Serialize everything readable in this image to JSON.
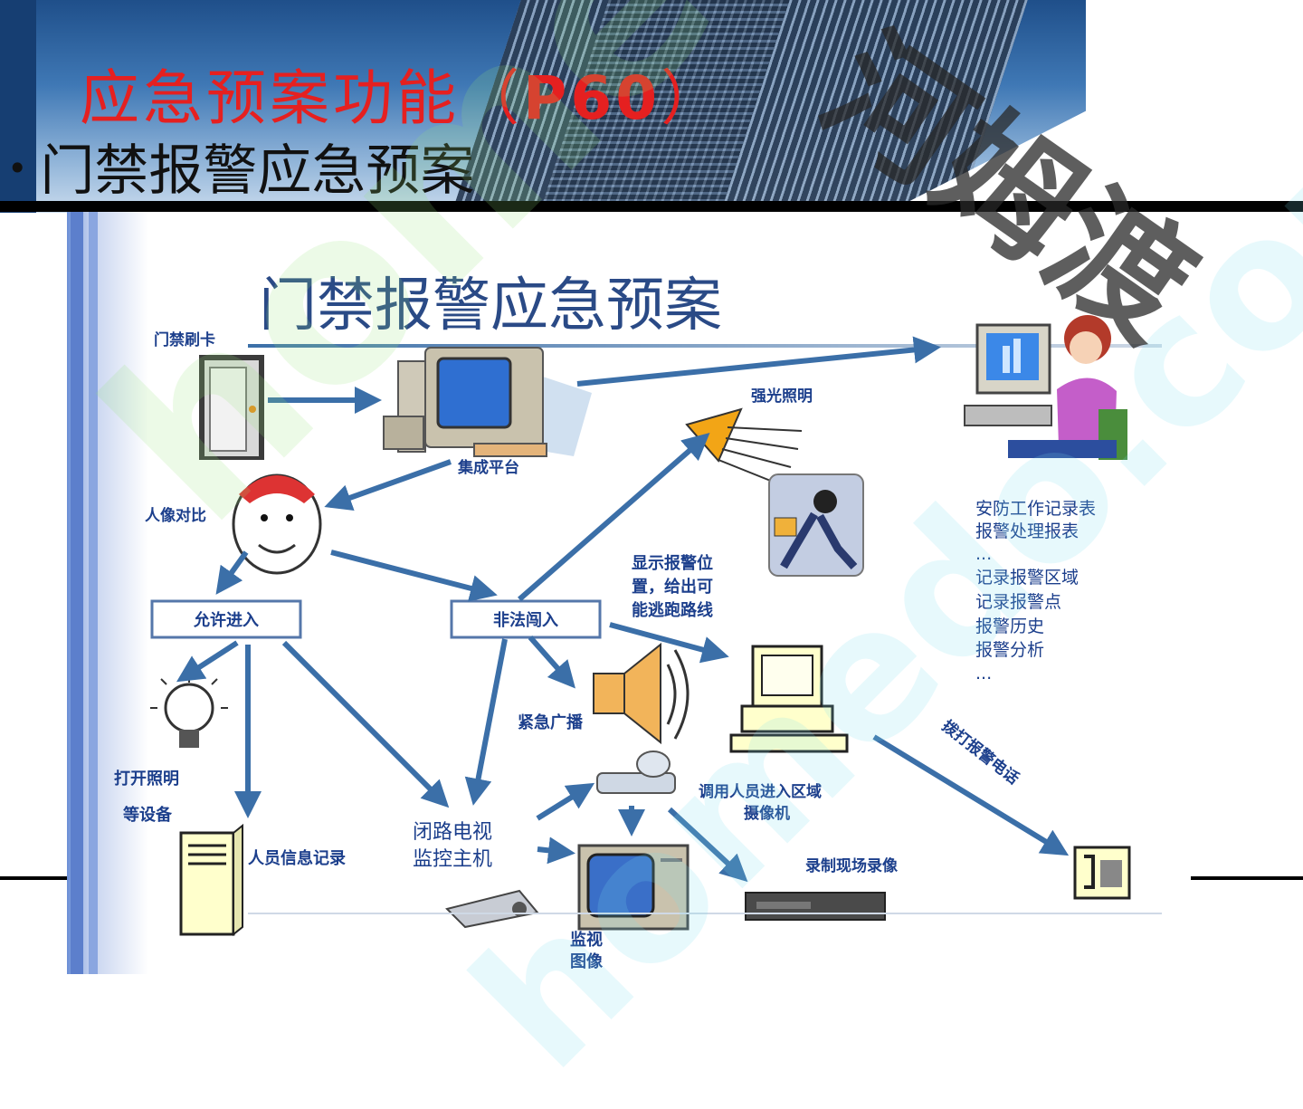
{
  "slide": {
    "title_prefix": "应急预案功能（",
    "title_bold": "P60",
    "title_suffix": "）",
    "bullet": "门禁报警应急预案"
  },
  "watermark": {
    "text_cn": "河姆渡",
    "text_en": "homedo.com"
  },
  "diagram": {
    "title": "门禁报警应急预案",
    "labels": {
      "card": "门禁刷卡",
      "platform": "集成平台",
      "face": "人像对比",
      "strobe": "强光照明",
      "allow": "允许进入",
      "illegal": "非法闯入",
      "show_pos_1": "显示报警位",
      "show_pos_2": "置，给出可",
      "show_pos_3": "能逃跑路线",
      "open_light_1": "打开照明",
      "open_light_2": "等设备",
      "broadcast": "紧急广播",
      "cctv_1": "闭路电视",
      "cctv_2": "监控主机",
      "person_record": "人员信息记录",
      "camera_1": "调用人员进入区域",
      "camera_2": "摄像机",
      "video_record": "录制现场录像",
      "monitor_1": "监视",
      "monitor_2": "图像",
      "dial": "拨打报警电话"
    },
    "reports": [
      "安防工作记录表",
      "报警处理报表",
      "...",
      "记录报警区域",
      "记录报警点",
      "报警历史",
      "报警分析",
      "..."
    ]
  },
  "colors": {
    "title_red": "#e52020",
    "arrow_blue": "#3b6fa8",
    "label_blue": "#1c3f8c"
  }
}
